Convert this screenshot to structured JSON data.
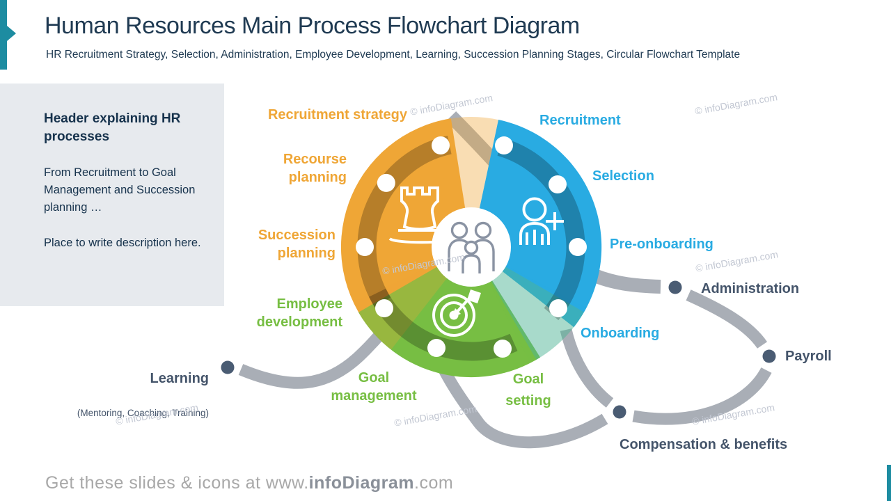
{
  "slide": {
    "title": "Human Resources Main Process Flowchart Diagram",
    "subtitle": "HR Recruitment Strategy, Selection, Administration, Employee Development, Learning, Succession Planning Stages, Circular Flowchart Template"
  },
  "sidebar": {
    "heading": "Header explaining HR processes",
    "paragraph1": "From Recruitment to Goal Management and Succession planning …",
    "paragraph2": "Place to write description here."
  },
  "diagram": {
    "segments": [
      {
        "name": "planning",
        "color": "#EFA636",
        "icon": "chess-rook-icon",
        "stages": [
          "Recruitment strategy",
          "Recourse planning",
          "Succession planning"
        ]
      },
      {
        "name": "recruitment",
        "color": "#29ABE2",
        "icon": "add-person-icon",
        "stages": [
          "Recruitment",
          "Selection",
          "Pre-onboarding",
          "Onboarding"
        ]
      },
      {
        "name": "development",
        "color": "#77BE43",
        "icon": "target-goal-icon",
        "stages": [
          "Employee development",
          "Goal management",
          "Goal setting"
        ]
      }
    ],
    "center_icon": "family-people-icon",
    "satellites": [
      {
        "label": "Administration"
      },
      {
        "label": "Payroll"
      },
      {
        "label": "Compensation & benefits"
      },
      {
        "label": "Learning",
        "sublabel": "(Mentoring, Coaching, Training)"
      }
    ]
  },
  "labels": {
    "recruitment_strategy": "Recruitment strategy",
    "recourse_planning": "Recourse\nplanning",
    "succession_planning": "Succession\nplanning",
    "employee_development": "Employee\ndevelopment",
    "goal_management": "Goal\nmanagement",
    "goal_setting": "Goal\nsetting",
    "recruitment": "Recruitment",
    "selection": "Selection",
    "pre_onboarding": "Pre-onboarding",
    "onboarding": "Onboarding",
    "administration": "Administration",
    "payroll": "Payroll",
    "compensation": "Compensation & benefits",
    "learning": "Learning",
    "learning_sub": "(Mentoring, Coaching, Training)"
  },
  "footer": {
    "prefix": "Get these slides & icons at www.",
    "brand": "infoDiagram",
    "suffix": ".com"
  },
  "watermark": "© infoDiagram.com",
  "colors": {
    "orange": "#EFA636",
    "blue": "#29ABE2",
    "green": "#77BE43",
    "slate_text": "#44546A",
    "navy_text": "#1F3A52",
    "teal_accent": "#1D8CA1",
    "connector_gray": "#A9AEB6",
    "satellite_dot": "#4A5C73",
    "sidebar_bg": "#E7EAEE",
    "watermark_gray": "#C3C8D3"
  }
}
